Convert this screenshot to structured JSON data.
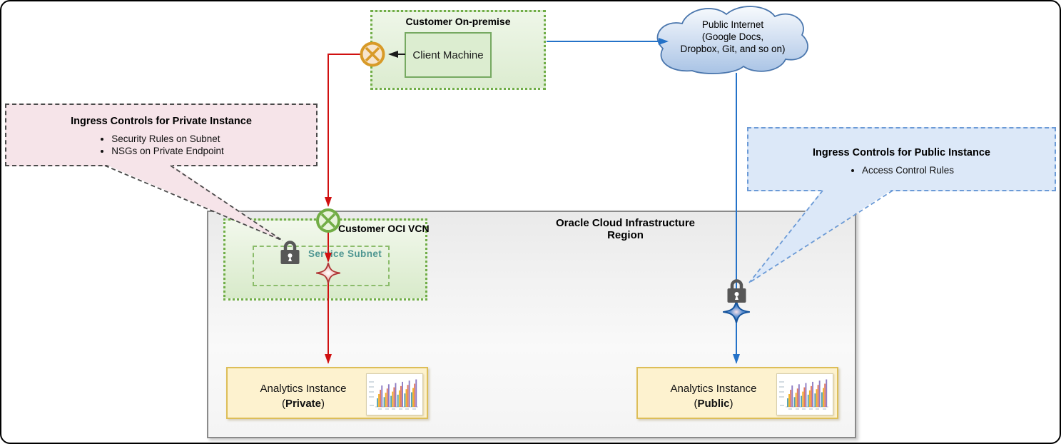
{
  "on_premise": {
    "title": "Customer On-premise",
    "client_machine_label": "Client Machine"
  },
  "public_internet": {
    "line1": "Public Internet",
    "line2": "(Google Docs,",
    "line3": "Dropbox, Git, and so on)"
  },
  "callout_private": {
    "title": "Ingress Controls for Private Instance",
    "bullets": [
      "Security Rules on Subnet",
      "NSGs on Private Endpoint"
    ]
  },
  "callout_public": {
    "title": "Ingress Controls for Public Instance",
    "bullets": [
      "Access Control Rules"
    ]
  },
  "region": {
    "title": "Oracle Cloud Infrastructure Region"
  },
  "vcn": {
    "title": "Customer OCI VCN",
    "subnet_label": "Service Subnet"
  },
  "instances": {
    "private": {
      "title": "Analytics Instance",
      "paren_open": "(",
      "name": "Private",
      "paren_close": ")"
    },
    "public": {
      "title": "Analytics Instance",
      "paren_open": "(",
      "name": "Public",
      "paren_close": ")"
    }
  },
  "icons": {
    "onprem_egress": "circle-x-icon",
    "vcn_ingress": "circle-x-icon",
    "private_endpoint": "four-point-star-icon",
    "public_endpoint": "four-point-star-icon",
    "ingress_security": "lock-icon",
    "public_internet": "cloud-icon",
    "analytics": "bar-chart-icon",
    "chart_bar_colors": [
      "#55a3b4",
      "#f0b32a",
      "#e4785f",
      "#8e7cc3"
    ]
  },
  "colors": {
    "private_flow": "#d01010",
    "public_flow": "#2472c8",
    "green_border": "#70ad47",
    "gold_border": "#ddbe58",
    "subnet_label_teal": "#4e9691",
    "callout_private_bg": "#f6e4e9",
    "callout_public_bg": "#dce8f8",
    "lock_gray": "#575757",
    "orange_gateway": "#d89a28"
  }
}
